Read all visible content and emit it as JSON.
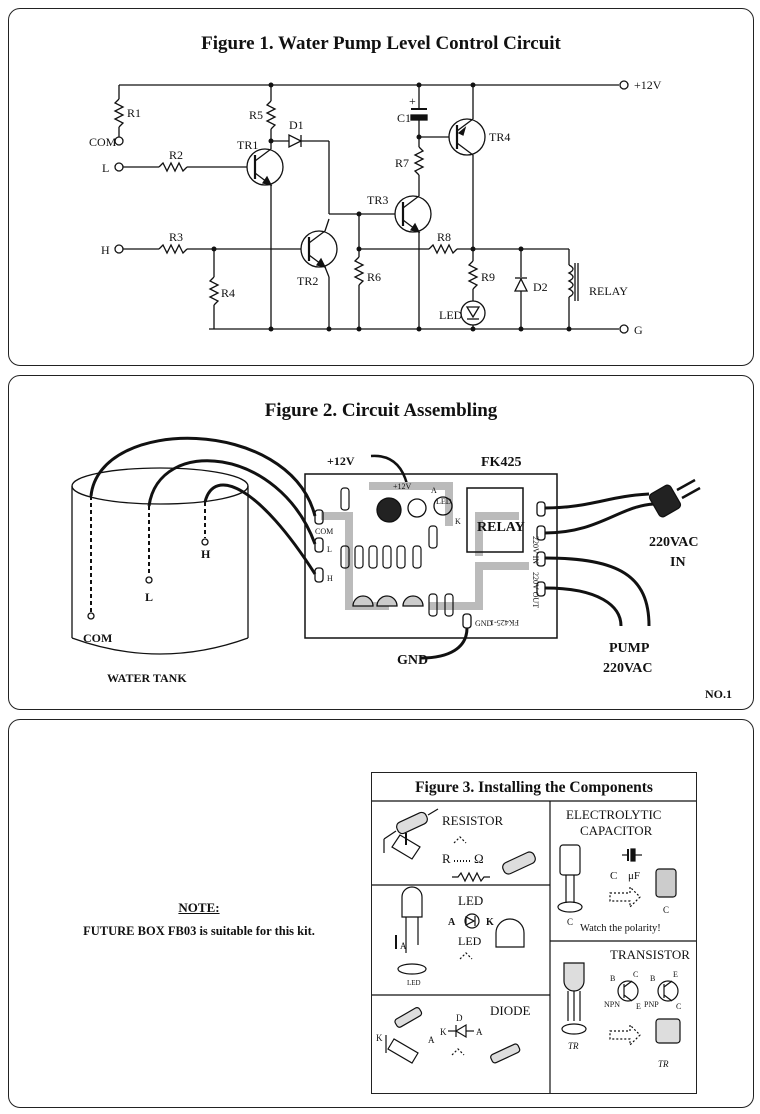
{
  "figure1": {
    "title": "Figure 1. Water Pump Level Control Circuit",
    "labels": {
      "r1": "R1",
      "r2": "R2",
      "r3": "R3",
      "r4": "R4",
      "r5": "R5",
      "r6": "R6",
      "r7": "R7",
      "r8": "R8",
      "r9": "R9",
      "d1": "D1",
      "d2": "D2",
      "c1": "C1",
      "plus": "+",
      "tr1": "TR1",
      "tr2": "TR2",
      "tr3": "TR3",
      "tr4": "TR4",
      "com": "COM",
      "l": "L",
      "h": "H",
      "led": "LED",
      "relay": "RELAY",
      "v12": "+12V",
      "g": "G"
    }
  },
  "figure2": {
    "title": "Figure 2. Circuit Assembling",
    "labels": {
      "model": "FK425",
      "v12": "+12V",
      "relay": "RELAY",
      "led": "LED",
      "com": "COM",
      "l": "L",
      "h": "H",
      "com_tank": "COM",
      "l_tank": "L",
      "h_tank": "H",
      "water_tank": "WATER TANK",
      "gnd": "GND",
      "gnd_board": "GND",
      "v12_board": "+12V",
      "in_top": "220VAC",
      "in_bottom": "IN",
      "pump_top": "PUMP",
      "pump_bottom": "220VAC",
      "no": "NO.1",
      "in_board": "220V IN",
      "out_board": "220V OUT",
      "board_code": "FK425-1",
      "a": "A",
      "k": "K"
    }
  },
  "note": {
    "heading": "NOTE:",
    "text": "FUTURE BOX FB03 is suitable for this kit."
  },
  "figure3": {
    "title": "Figure 3. Installing the Components",
    "resistor": {
      "heading": "RESISTOR",
      "r": "R",
      "ohm": "Ω"
    },
    "capacitor": {
      "heading1": "ELECTROLYTIC",
      "heading2": "CAPACITOR",
      "c": "C",
      "uf": "μF",
      "note": "Watch the polarity!",
      "cl": "C"
    },
    "led": {
      "heading": "LED",
      "a": "A",
      "k": "K",
      "sub": "LED",
      "pcb": "LED"
    },
    "transistor": {
      "heading": "TRANSISTOR",
      "npn": "NPN",
      "pnp": "PNP",
      "b": "B",
      "c": "C",
      "e": "E",
      "tr": "TR"
    },
    "diode": {
      "heading": "DIODE",
      "a": "A",
      "k": "K",
      "d": "D"
    }
  }
}
